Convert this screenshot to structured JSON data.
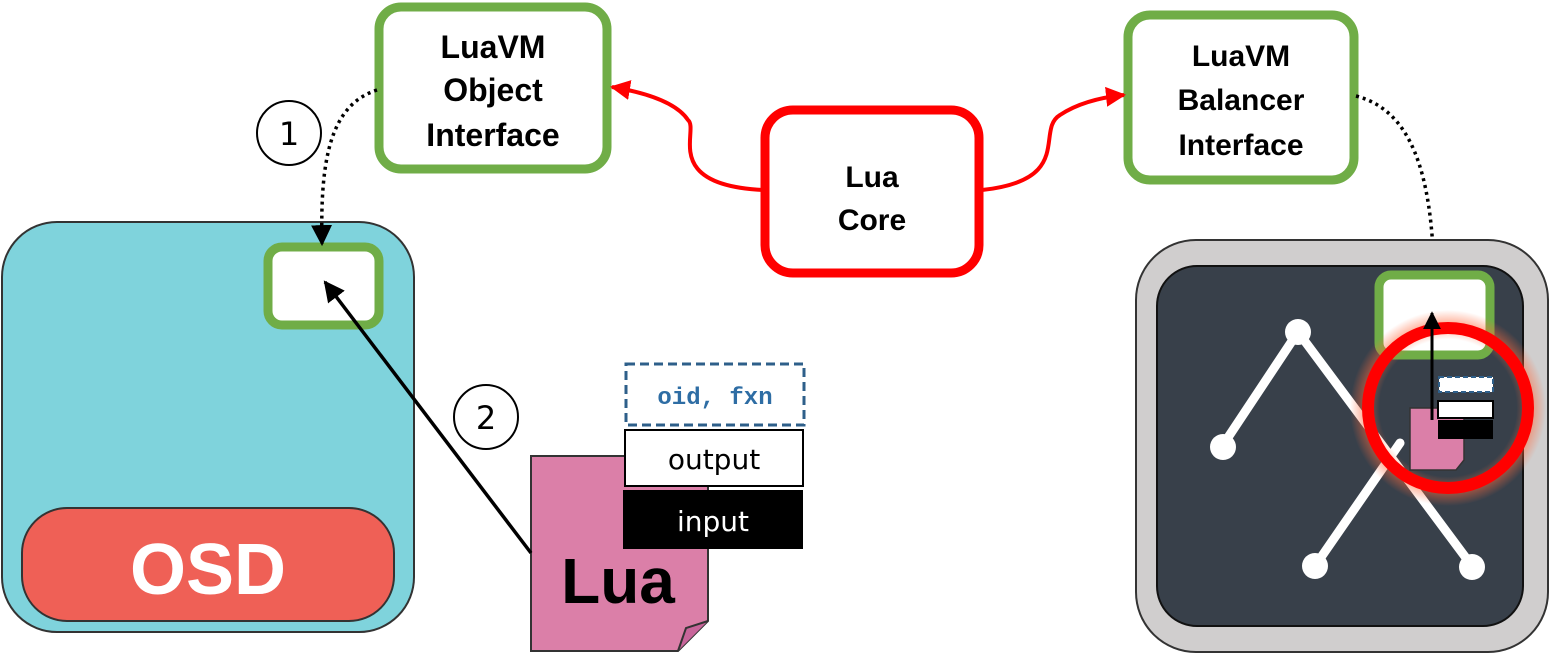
{
  "nodes": {
    "object_interface": {
      "line1": "LuaVM",
      "line2": "Object",
      "line3": "Interface"
    },
    "lua_core": {
      "line1": "Lua",
      "line2": "Core"
    },
    "balancer_interface": {
      "line1": "LuaVM",
      "line2": "Balancer",
      "line3": "Interface"
    },
    "osd": {
      "label": "OSD"
    },
    "lua_script": {
      "label": "Lua"
    },
    "request": {
      "args": "oid, fxn",
      "output": "output",
      "input": "input"
    }
  },
  "steps": {
    "step1": "1",
    "step2": "2"
  },
  "colors": {
    "interface_border": "#70ad47",
    "core_border": "#ff0000",
    "osd_fill": "#7fd3dc",
    "osd_label_fill": "#ef6056",
    "lua_script_fill": "#db7fa8",
    "balancer_outer": "#d0cece",
    "balancer_inner": "#38404a",
    "args_text": "#2e6da4",
    "args_border": "#2e5f8a"
  }
}
